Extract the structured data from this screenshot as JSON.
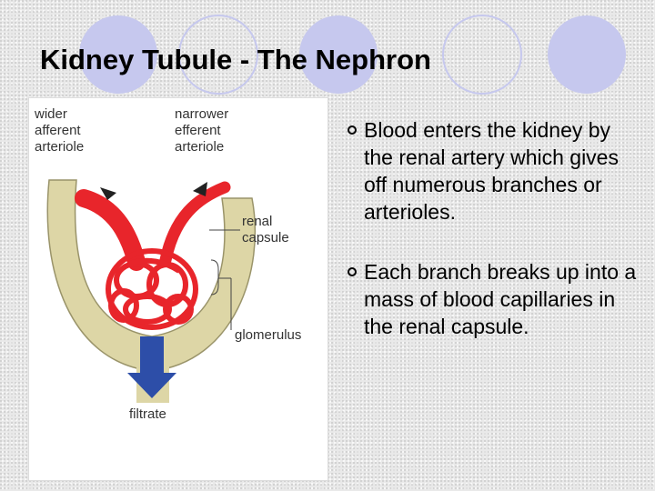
{
  "slide": {
    "title": "Kidney Tubule - The Nephron"
  },
  "figure": {
    "labels": {
      "afferent_line1": "wider",
      "afferent_line2": "afferent",
      "afferent_line3": "arteriole",
      "efferent_line1": "narrower",
      "efferent_line2": "efferent",
      "efferent_line3": "arteriole",
      "capsule_line1": "renal",
      "capsule_line2": "capsule",
      "glomerulus": "glomerulus",
      "filtrate": "filtrate"
    },
    "colors": {
      "vessel": "#e8252b",
      "capsule": "#ddd6a6",
      "arrow": "#2d4ea8"
    }
  },
  "bullets": [
    "Blood enters the kidney by the renal artery which gives off numerous branches or arterioles.",
    "Each branch breaks up into a mass of blood capillaries in the renal capsule."
  ],
  "theme": {
    "circle_color": "#c6c8ee"
  }
}
